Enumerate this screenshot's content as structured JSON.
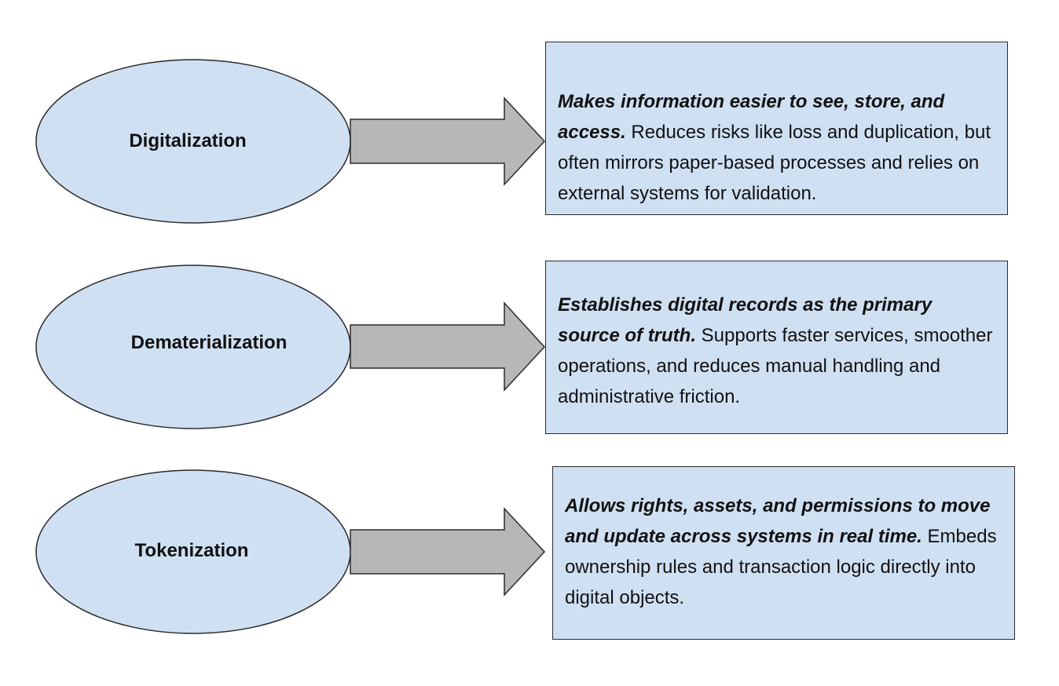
{
  "colors": {
    "oval_fill": "#cfe0f3",
    "box_fill": "#cfe0f3",
    "arrow_fill": "#b7b7b7",
    "outline": "#2a2a2a"
  },
  "rows": [
    {
      "concept": "Digitalization",
      "lead": "Makes information easier to see, store, and access.",
      "body": "Reduces risks like loss and duplication, but often mirrors paper-based processes and relies on external systems for validation."
    },
    {
      "concept": "Dematerialization",
      "lead": "Establishes digital records as the primary source of truth.",
      "body": "Supports faster services, smoother operations, and reduces manual handling and administrative friction."
    },
    {
      "concept": "Tokenization",
      "lead": "Allows rights, assets, and permissions to move and update across systems in real time.",
      "body": "Embeds ownership rules and transaction logic directly into digital objects."
    }
  ]
}
